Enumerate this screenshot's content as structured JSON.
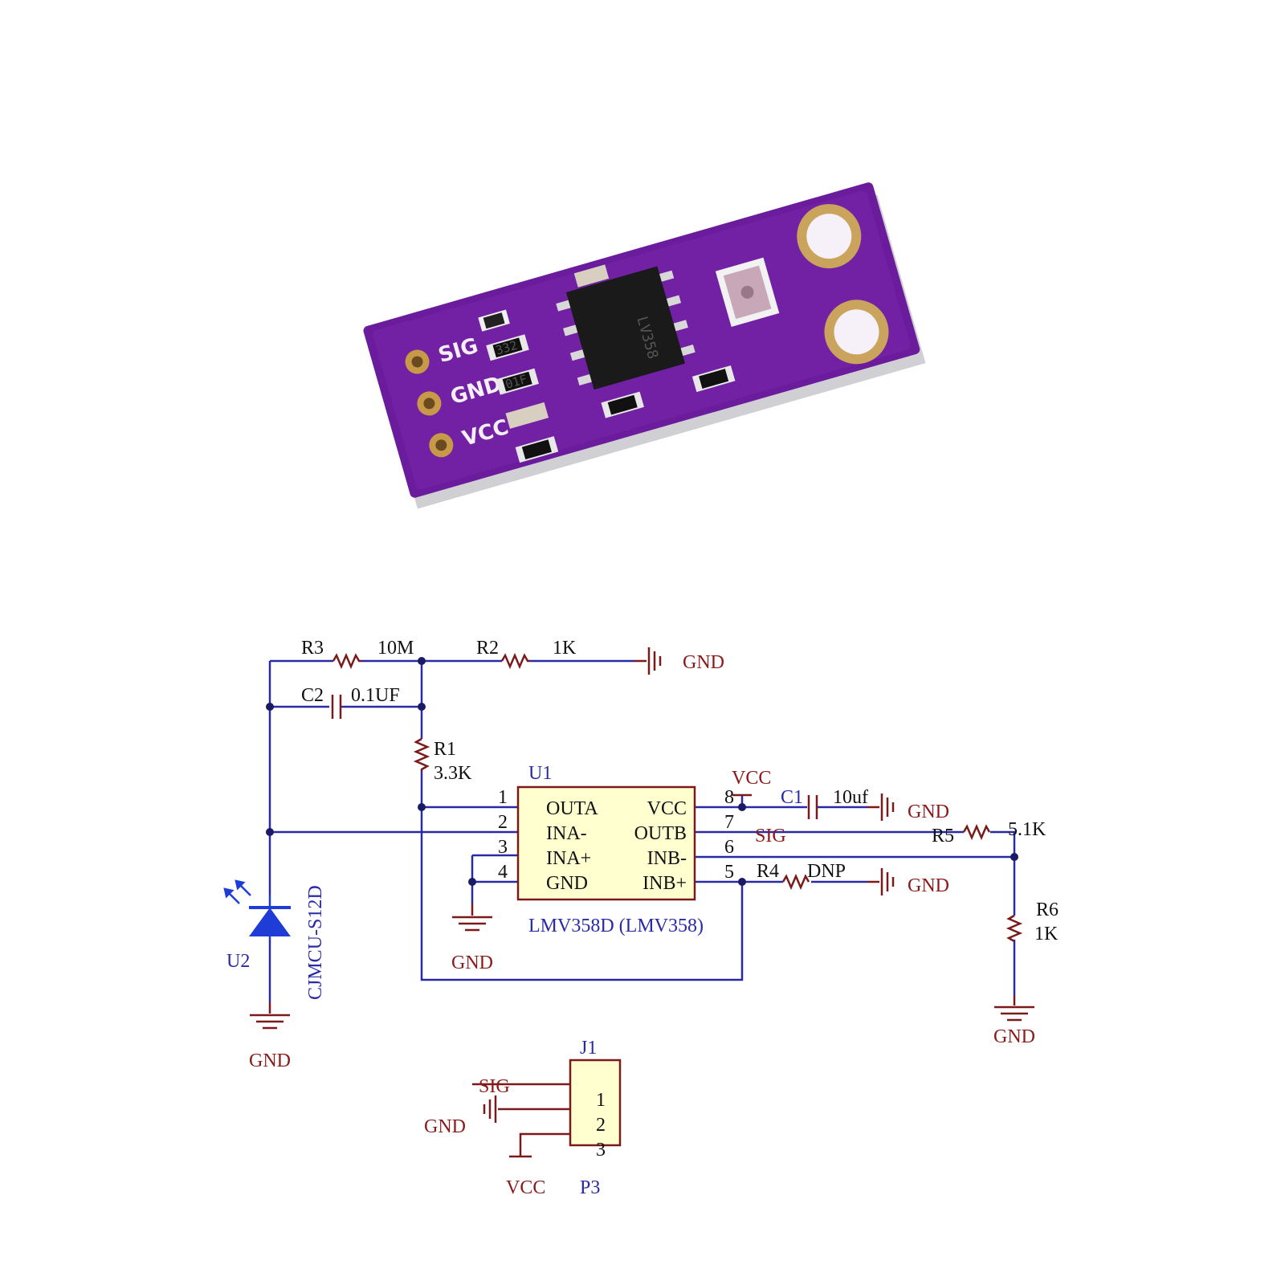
{
  "pcb": {
    "silk_sig": "SIG",
    "silk_gnd": "GND",
    "silk_vcc": "VCC"
  },
  "schematic": {
    "gnd": "GND",
    "vcc": "VCC",
    "sig": "SIG",
    "r3": {
      "ref": "R3",
      "value": "10M"
    },
    "r2": {
      "ref": "R2",
      "value": "1K"
    },
    "c2": {
      "ref": "C2",
      "value": "0.1UF"
    },
    "r1": {
      "ref": "R1",
      "value": "3.3K"
    },
    "c1": {
      "ref": "C1",
      "value": "10uf"
    },
    "r5": {
      "ref": "R5",
      "value": "5.1K"
    },
    "r4": {
      "ref": "R4",
      "value": "DNP"
    },
    "r6": {
      "ref": "R6",
      "value": "1K"
    },
    "u1": {
      "ref": "U1",
      "part": "LMV358D (LMV358)",
      "pins": [
        {
          "num": "1",
          "name": "OUTA"
        },
        {
          "num": "2",
          "name": "INA-"
        },
        {
          "num": "3",
          "name": "INA+"
        },
        {
          "num": "4",
          "name": "GND"
        },
        {
          "num": "5",
          "name": "INB+"
        },
        {
          "num": "6",
          "name": "INB-"
        },
        {
          "num": "7",
          "name": "OUTB"
        },
        {
          "num": "8",
          "name": "VCC"
        }
      ]
    },
    "u2": {
      "ref": "U2",
      "part": "CJMCU-S12D"
    },
    "j1": {
      "ref": "J1",
      "part": "P3",
      "pins": [
        "1",
        "2",
        "3"
      ]
    }
  }
}
